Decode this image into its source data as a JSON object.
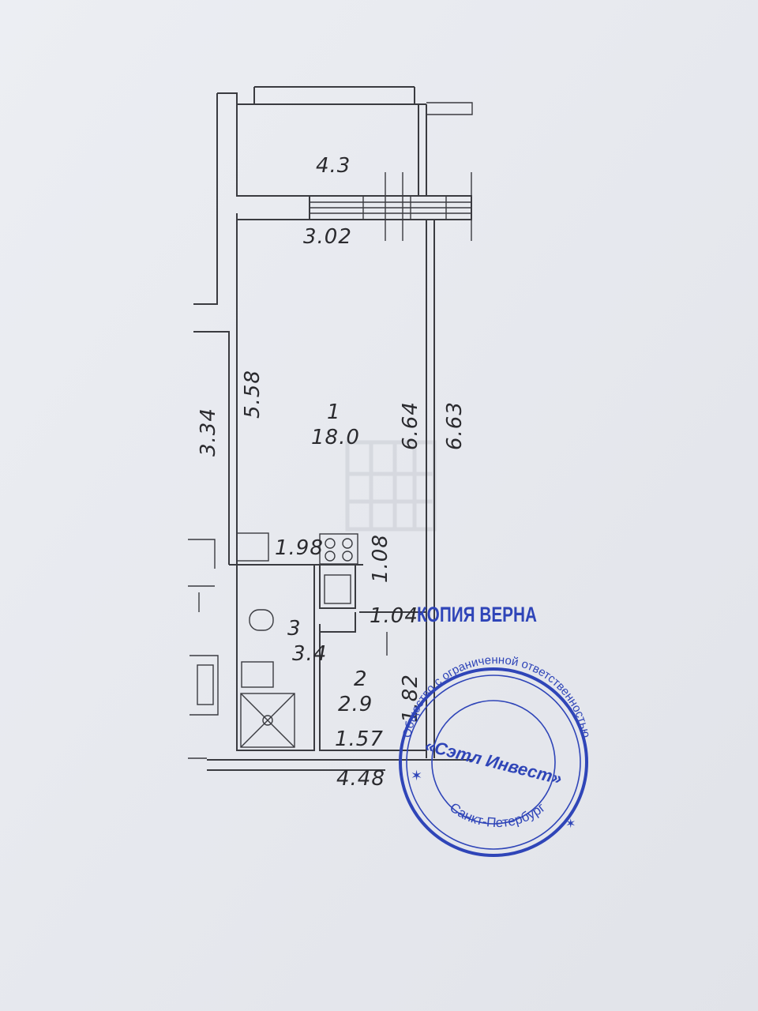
{
  "plan": {
    "balcony_area": "4.3",
    "balcony_width": "3.02",
    "room1_number": "1",
    "room1_area": "18.0",
    "room1_len_left": "5.58",
    "room1_len_right": "6.64",
    "outer_len_right": "6.63",
    "outer_len_left": "3.34",
    "kitchen_width": "1.98",
    "kitchen_depth": "1.08",
    "bath_number": "3",
    "bath_area": "3.4",
    "hall_number": "2",
    "hall_area": "2.9",
    "hall_width": "1.04",
    "hall_depth": "1.82",
    "hall_bottom": "1.57",
    "bottom_total": "4.48"
  },
  "stamps": {
    "copy_certified": "КОПИЯ ВЕРНА",
    "seal_outer_text": "Общество с ограниченной ответственностью",
    "seal_center_text": "«Сэтл Инвест»",
    "seal_city": "Санкт-Петербург"
  },
  "colors": {
    "stamp_blue": "#2f45b8",
    "line": "#3a3b40",
    "paper": "#e6e8ed"
  }
}
